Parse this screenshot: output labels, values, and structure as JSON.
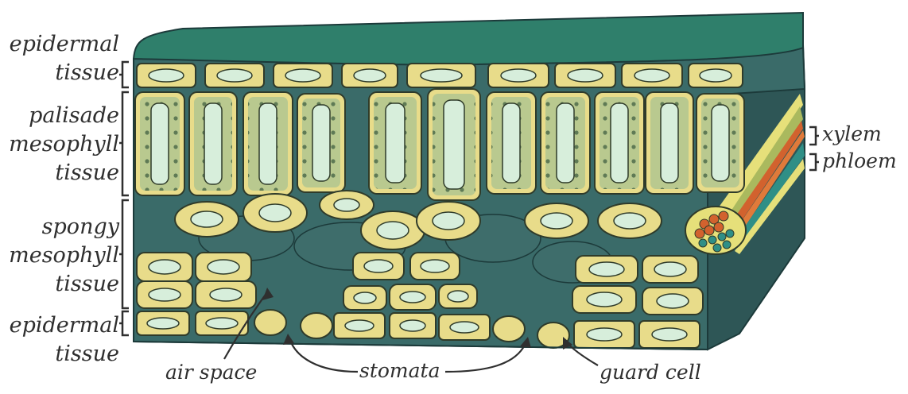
{
  "labels": {
    "epidermal_top": [
      "epidermal",
      "tissue"
    ],
    "palisade": [
      "palisade",
      "mesophyll",
      "tissue"
    ],
    "spongy": [
      "spongy",
      "mesophyll",
      "tissue"
    ],
    "epidermal_bottom": [
      "epidermal",
      "tissue"
    ],
    "xylem": "xylem",
    "phloem": "phloem",
    "air_space": "air space",
    "stomata": "stomata",
    "guard_cell": "guard cell"
  },
  "colors": {
    "leaf_top": "#2f7f6b",
    "tissue_dark": "#2e5e5e",
    "tissue_mid": "#3f6e6c",
    "cell_wall": "#e8dc8a",
    "cytoplasm": "#b9c98f",
    "vacuole": "#d7eedb",
    "xylem": "#d2622e",
    "phloem": "#2f8f86",
    "bundle_sheath": "#e6e07a"
  }
}
